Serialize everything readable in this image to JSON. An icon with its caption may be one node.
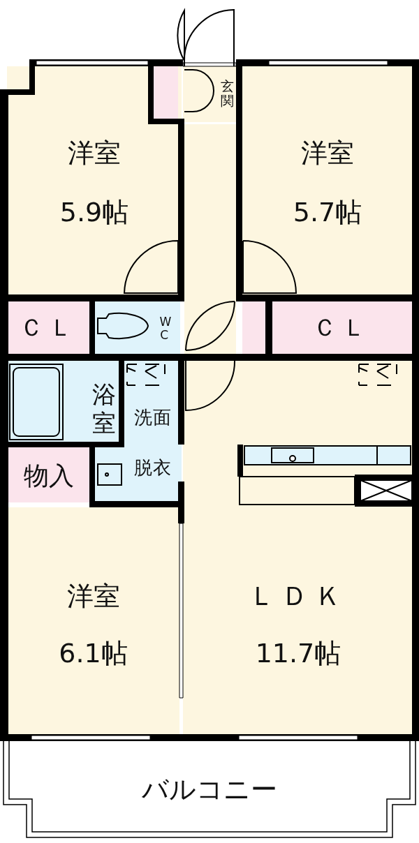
{
  "diagram": {
    "nodes": [
      {
        "text": [
          "洋室",
          "5.9帖"
        ]
      },
      {
        "text": [
          "玄関"
        ]
      },
      {
        "text": [
          "洋室",
          "5.7帖"
        ]
      },
      {
        "text": [
          "ＣＬ"
        ]
      },
      {
        "text": [
          "WC"
        ]
      },
      {
        "text": [
          "ＣＬ"
        ]
      },
      {
        "text": [
          "浴室"
        ]
      },
      {
        "text": [
          "洗面脱衣"
        ]
      },
      {
        "text": [
          "物入"
        ]
      },
      {
        "text": [
          "洋室",
          "6.1帖"
        ]
      },
      {
        "text": [
          "ＬＤＫ",
          "11.7帖"
        ]
      },
      {
        "text": [
          "バルコニー"
        ]
      },
      {
        "text": [],
        "shape": "box",
        "in": 0
      },
      {
        "text": [],
        "shape": "box"
      },
      {
        "text": [],
        "shape": "box"
      }
    ]
  }
}
